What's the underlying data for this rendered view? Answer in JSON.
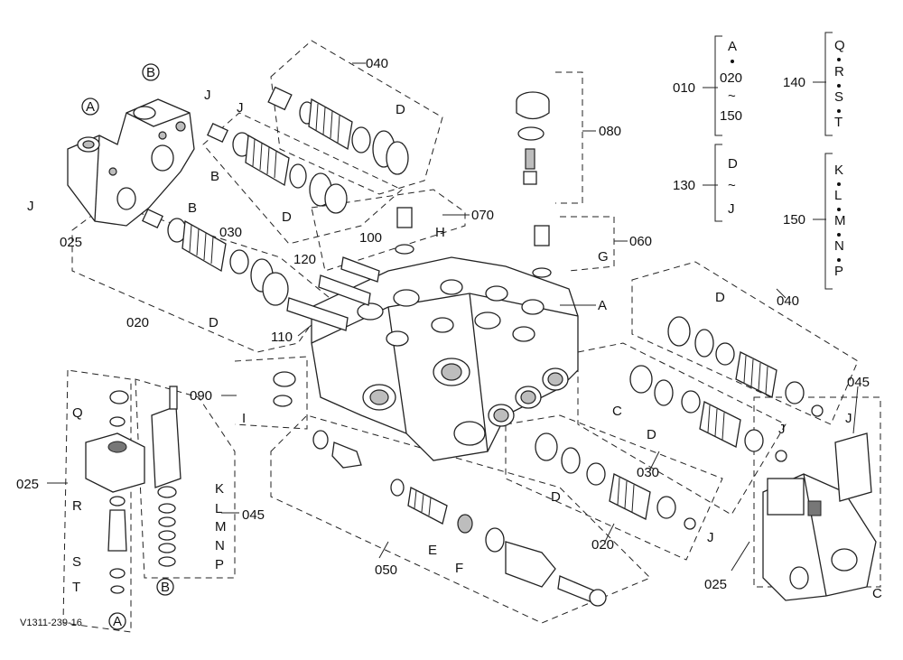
{
  "diagram": {
    "drawing_code": "V1311-239-16",
    "legend": [
      {
        "code": "010",
        "items": [
          "A",
          "020",
          "~",
          "150"
        ]
      },
      {
        "code": "130",
        "items": [
          "D",
          "~",
          "J"
        ]
      },
      {
        "code": "140",
        "items": [
          "Q",
          "R",
          "S",
          "T"
        ]
      },
      {
        "code": "150",
        "items": [
          "K",
          "L",
          "M",
          "N",
          "P"
        ]
      }
    ],
    "callouts": {
      "n040_top": "040",
      "n080": "080",
      "n070": "070",
      "n060": "060",
      "n025_left": "025",
      "n030_left": "030",
      "n020_left": "020",
      "n100": "100",
      "n120": "120",
      "n110": "110",
      "n090": "090",
      "nA_body": "A",
      "n040_right": "040",
      "n045_right": "045",
      "n030_right": "030",
      "n020_right": "020",
      "n025_right": "025",
      "n025_bot": "025",
      "n045_bot": "045",
      "n050": "050",
      "cB_top": "B",
      "cA_top": "A",
      "cJ1": "J",
      "cJ2": "J",
      "cJ3": "J",
      "cB2": "B",
      "cB3": "B",
      "cD1": "D",
      "cD2": "D",
      "cD3": "D",
      "cH": "H",
      "cG": "G",
      "cD4": "D",
      "cC1": "C",
      "cD5": "D",
      "cJ4": "J",
      "cJ5": "J",
      "cD6": "D",
      "cJ6": "J",
      "cC2": "C",
      "cE": "E",
      "cF": "F",
      "cI": "I",
      "cQ": "Q",
      "cR": "R",
      "cS": "S",
      "cT": "T",
      "cK": "K",
      "cL": "L",
      "cM": "M",
      "cN": "N",
      "cP": "P",
      "cA_bot": "A",
      "cB_bot": "B"
    }
  }
}
